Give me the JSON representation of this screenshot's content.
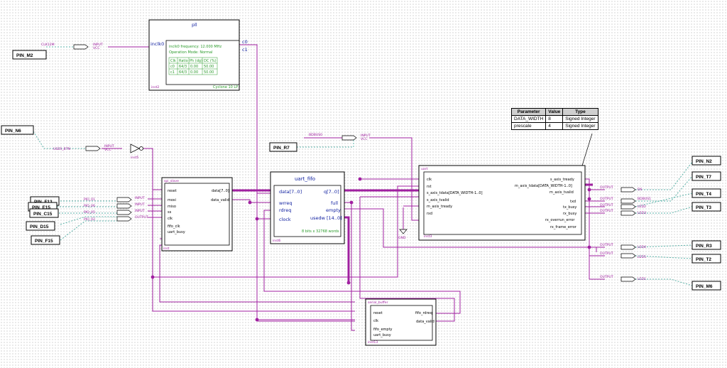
{
  "pins": {
    "m2": "PIN_M2",
    "n6": "PIN_N6",
    "r7": "PIN_R7",
    "f13": "PIN_F13",
    "e15": "PIN_E15",
    "c15": "PIN_C15",
    "d15": "PIN_D15",
    "f15": "PIN_F15",
    "n2": "PIN_N2",
    "t7": "PIN_T7",
    "t4": "PIN_T4",
    "t3": "PIN_T3",
    "r3": "PIN_R3",
    "t2": "PIN_T2",
    "m6": "PIN_M6"
  },
  "signals": {
    "clk12m": "CLK12M",
    "user_btn": "USER_BTN",
    "bdbus0": "BDBUS0",
    "pio01": "PIO_01",
    "pio06": "PIO_06",
    "pio05": "PIO_05",
    "pio02": "PIO_02",
    "d6": "D6",
    "bdbus1": "BDBUS1",
    "led2": "LED2",
    "led3": "LED3",
    "led4": "LED4",
    "led5": "LED5",
    "led1": "LED1",
    "input": "INPUT",
    "output": "OUTPUT",
    "vcc": "VCC",
    "gnd": "GND",
    "inst5": "inst5"
  },
  "pll": {
    "title": "pll",
    "inclk": "inclk0",
    "c0": "c0",
    "c1": "c1",
    "info1": "inclk0 frequency: 12.000 MHz",
    "info2": "Operation Mode: Normal",
    "table_head": [
      "Clk",
      "Ratio",
      "Ph (dg)",
      "DC (%)"
    ],
    "table_rows": [
      [
        "c0",
        "64/3",
        "0.00",
        "50.00"
      ],
      [
        "c1",
        "64/3",
        "0.00",
        "50.00"
      ]
    ],
    "inst": "inst2",
    "family": "Cyclone 10 LP"
  },
  "spi_slave": {
    "title": "spi_slave",
    "inputs": [
      "reset",
      "mosi",
      "miso",
      "ss",
      "clk",
      "fifo_clk",
      "uart_busy"
    ],
    "outputs": [
      "data[7..0]",
      "data_valid"
    ],
    "inst": "inst"
  },
  "uart_fifo": {
    "title": "uart_fifo",
    "inputs": [
      "data[7..0]",
      "wrreq",
      "rdreq",
      "clock"
    ],
    "outputs": [
      "q[7..0]",
      "full",
      "empty",
      "usedw [14..0]"
    ],
    "note": "8 bits x 32768 words",
    "inst": "inst6"
  },
  "uart": {
    "title": "uart",
    "inputs": [
      "clk",
      "rst",
      "s_axis_tdata[DATA_WIDTH-1..0]",
      "s_axis_tvalid",
      "m_axis_tready",
      "rxd"
    ],
    "outputs": [
      "s_axis_tready",
      "m_axis_tdata[DATA_WIDTH-1..0]",
      "m_axis_tvalid",
      "txd",
      "tx_busy",
      "rx_busy",
      "rx_overrun_error",
      "rx_frame_error"
    ],
    "inst": "inst3"
  },
  "serial_buffer": {
    "title": "serial_buffer",
    "inputs": [
      "reset",
      "clk",
      "fifo_empty",
      "uart_busy"
    ],
    "outputs": [
      "fifo_rdreq",
      "data_valid"
    ],
    "inst": "inst13"
  },
  "params": {
    "headers": [
      "Parameter",
      "Value",
      "Type"
    ],
    "rows": [
      [
        "DATA_WIDTH",
        "8",
        "Signed Integer"
      ],
      [
        "prescale",
        "4",
        "Signed Integer"
      ]
    ]
  }
}
